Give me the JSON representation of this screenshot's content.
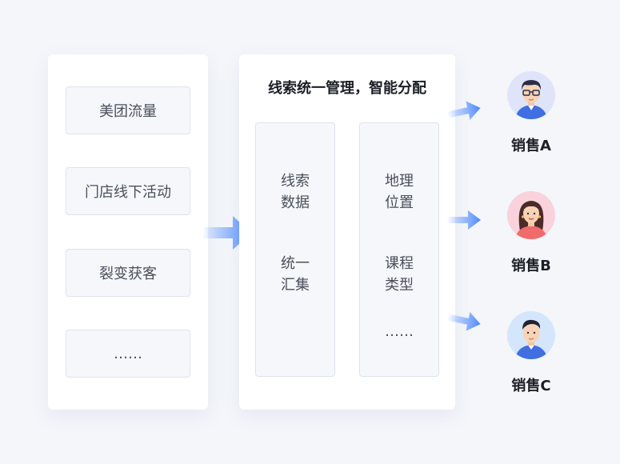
{
  "sources": {
    "items": [
      "美团流量",
      "门店线下活动",
      "裂变获客",
      "……"
    ]
  },
  "management": {
    "title": "线索统一管理，智能分配",
    "left_column": {
      "top_text": "线索\n数据",
      "bottom_text": "统一\n汇集"
    },
    "right_column": {
      "top_text": "地理\n位置",
      "middle_text": "课程\n类型",
      "bottom_text": "……"
    }
  },
  "sales": [
    {
      "label": "销售A",
      "avatar_icon": "man-with-glasses-avatar",
      "bg": "#dfe4fb"
    },
    {
      "label": "销售B",
      "avatar_icon": "woman-avatar",
      "bg": "#f9d2dc"
    },
    {
      "label": "销售C",
      "avatar_icon": "man-avatar",
      "bg": "#d3e6fc"
    }
  ],
  "colors": {
    "arrow": "#4a86ff",
    "panel_bg": "#ffffff",
    "page_bg": "#f4f6fa"
  }
}
